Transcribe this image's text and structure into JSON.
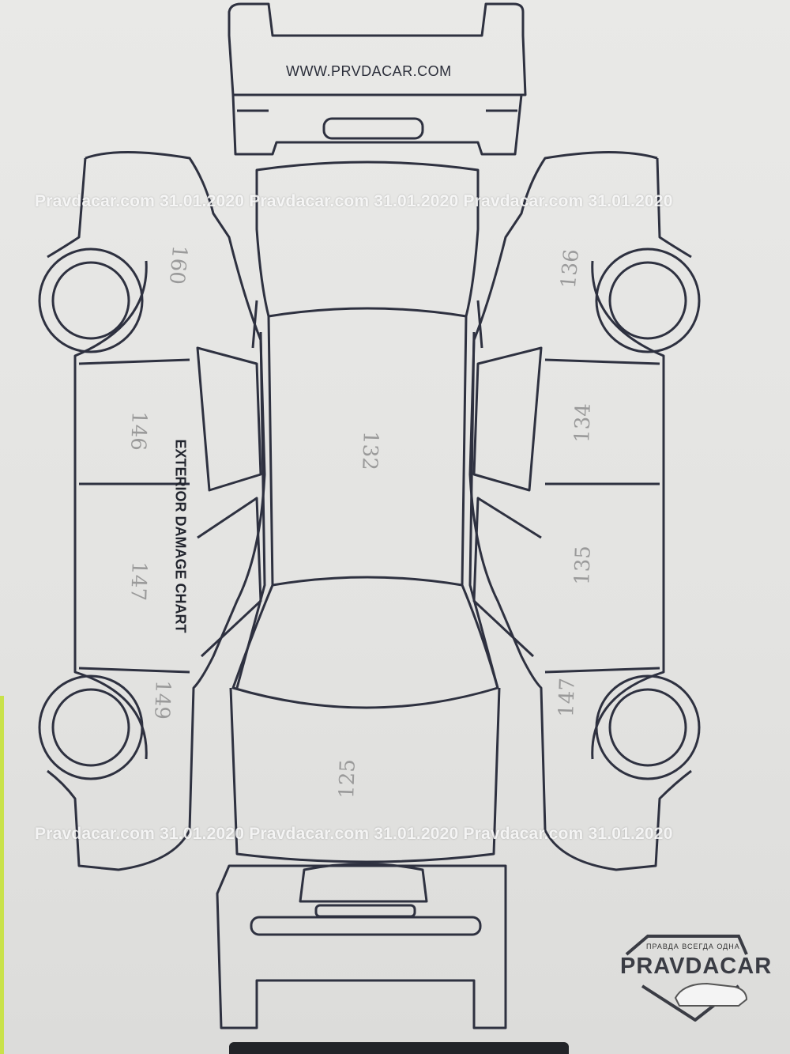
{
  "header": {
    "url": "WWW.PRVDACAR.COM"
  },
  "chart_title": "EXTERIOR DAMAGE CHART",
  "watermark": {
    "text": "Pravdacar.com 31.01.2020 Pravdacar.com 31.01.2020 Pravdacar.com 31.01.2020"
  },
  "logo": {
    "tagline": "ПРАВДА ВСЕГДА ОДНА",
    "name": "PRAVDACAR"
  },
  "readings": {
    "left_front_fender": "160",
    "left_front_door": "146",
    "left_rear_door": "147",
    "left_rear_fender": "149",
    "roof": "132",
    "trunk": "125",
    "right_front_fender": "136",
    "right_front_door": "134",
    "right_rear_door": "135",
    "right_rear_fender": "147"
  }
}
